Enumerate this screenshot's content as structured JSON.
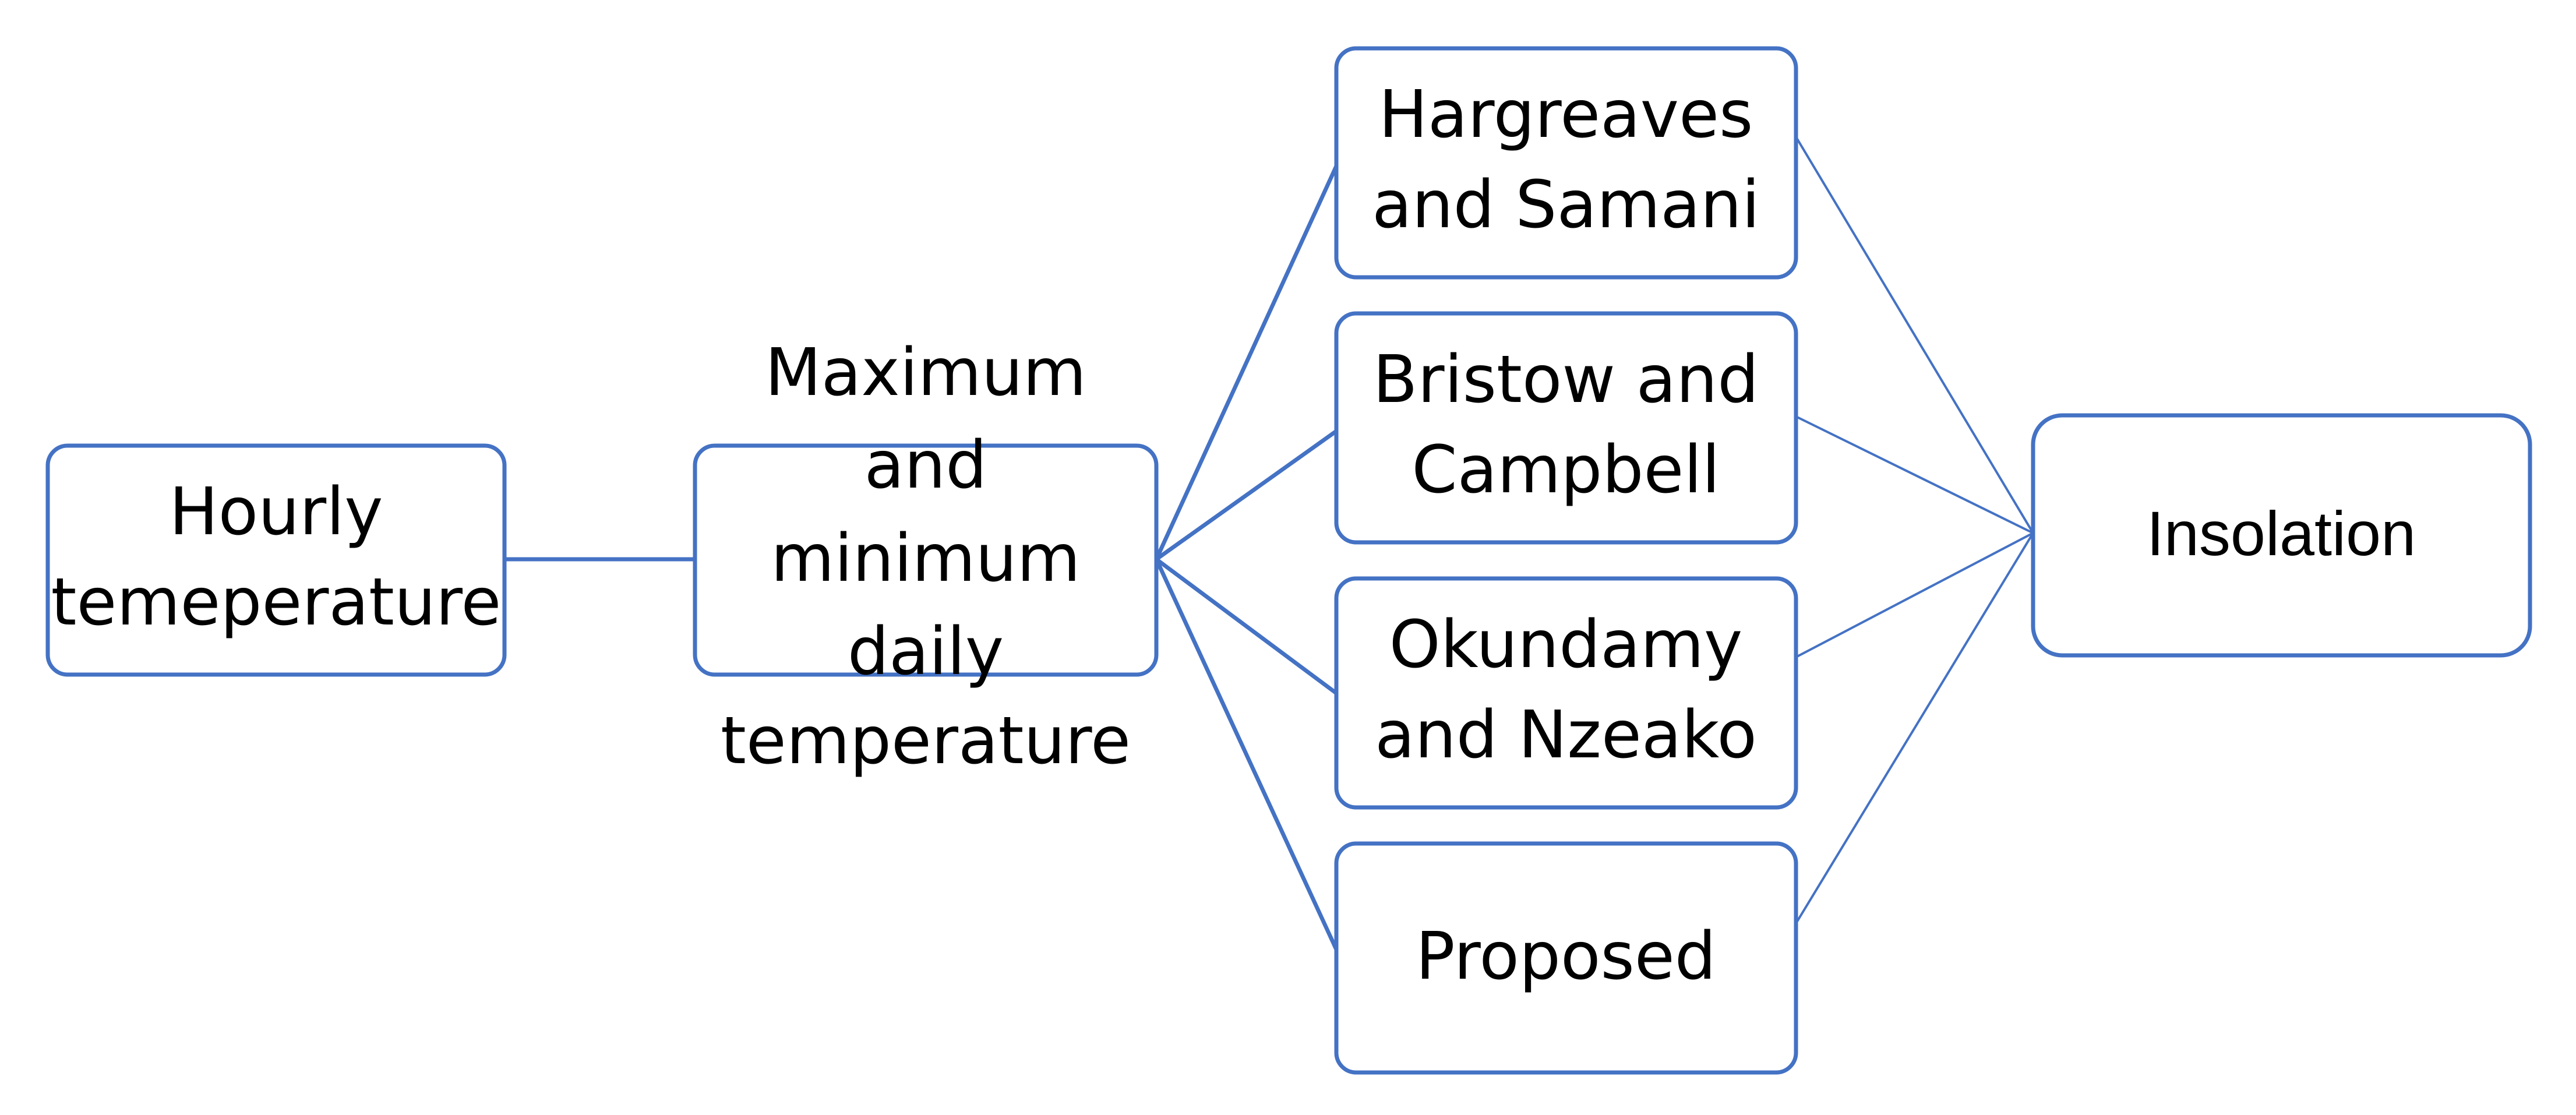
{
  "diagram": {
    "nodes": {
      "hourly": {
        "lines": [
          "Hourly",
          "temeperature"
        ]
      },
      "maxmin": {
        "lines": [
          "Maximum",
          "and",
          "minimum",
          "daily",
          "temperature"
        ]
      },
      "hargreaves": {
        "lines": [
          "Hargreaves",
          "and Samani"
        ]
      },
      "bristow": {
        "lines": [
          "Bristow and",
          "Campbell"
        ]
      },
      "okundamy": {
        "lines": [
          "Okundamy",
          "and Nzeako"
        ]
      },
      "proposed": {
        "lines": [
          "Proposed"
        ]
      },
      "insolation": {
        "lines": [
          "Insolation"
        ]
      }
    },
    "colors": {
      "stroke": "#4472C4",
      "text": "#000000",
      "background": "#FFFFFF"
    }
  }
}
